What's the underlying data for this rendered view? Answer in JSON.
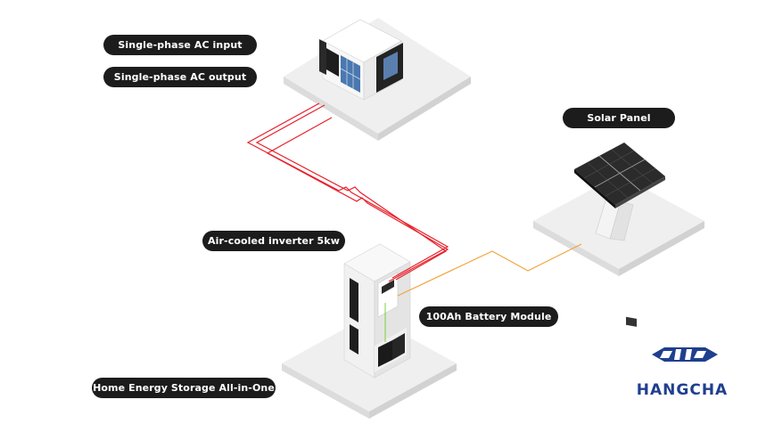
{
  "labels": {
    "ac_input": "Single-phase AC input",
    "ac_output": "Single-phase AC output",
    "solar_panel": "Solar Panel",
    "inverter": "Air-cooled inverter 5kw",
    "battery": "100Ah  Battery Module",
    "all_in_one": "Home Energy Storage All-in-One"
  },
  "brand": {
    "name": "HANGCHA",
    "color": "#1f3f8f"
  },
  "colors": {
    "ac_line": "#e8202a",
    "dc_line": "#f2a33a",
    "pill_bg": "#1c1c1c",
    "pill_text": "#ffffff"
  }
}
